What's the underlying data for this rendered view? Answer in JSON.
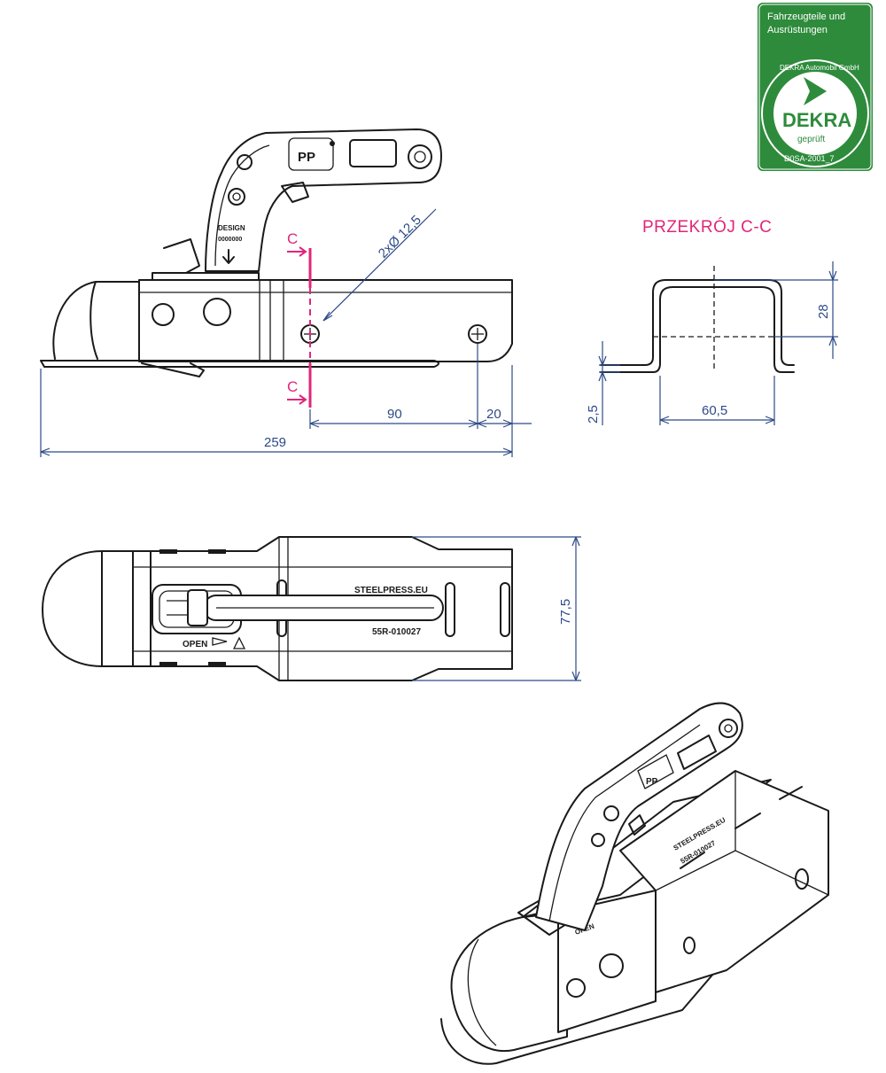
{
  "badge": {
    "header_line1": "Fahrzeugteile und",
    "header_line2": "Ausrüstungen",
    "brand": "DEKRA",
    "ring_text": "DEKRA Automobil GmbH",
    "gepruft": "geprüft",
    "cert": "D0SA-2001_7",
    "color": "#2e8b3c"
  },
  "section_title": "PRZEKRÓJ C-C",
  "section_marker": "C",
  "dims": {
    "hole": "2xØ 12,5",
    "total_length": "259",
    "hole_spacing": "90",
    "end_offset": "20",
    "profile_width": "60,5",
    "profile_height": "28",
    "thickness": "2,5",
    "body_width": "77,5"
  },
  "stamps": {
    "brand": "STEELPRESS.EU",
    "homologation": "55R-010027",
    "open": "OPEN",
    "handle_model": "DESIGN",
    "handle_code": "0000000"
  },
  "colors": {
    "dimension": "#2d4a86",
    "section": "#e0267a",
    "line": "#1a1a1a"
  }
}
